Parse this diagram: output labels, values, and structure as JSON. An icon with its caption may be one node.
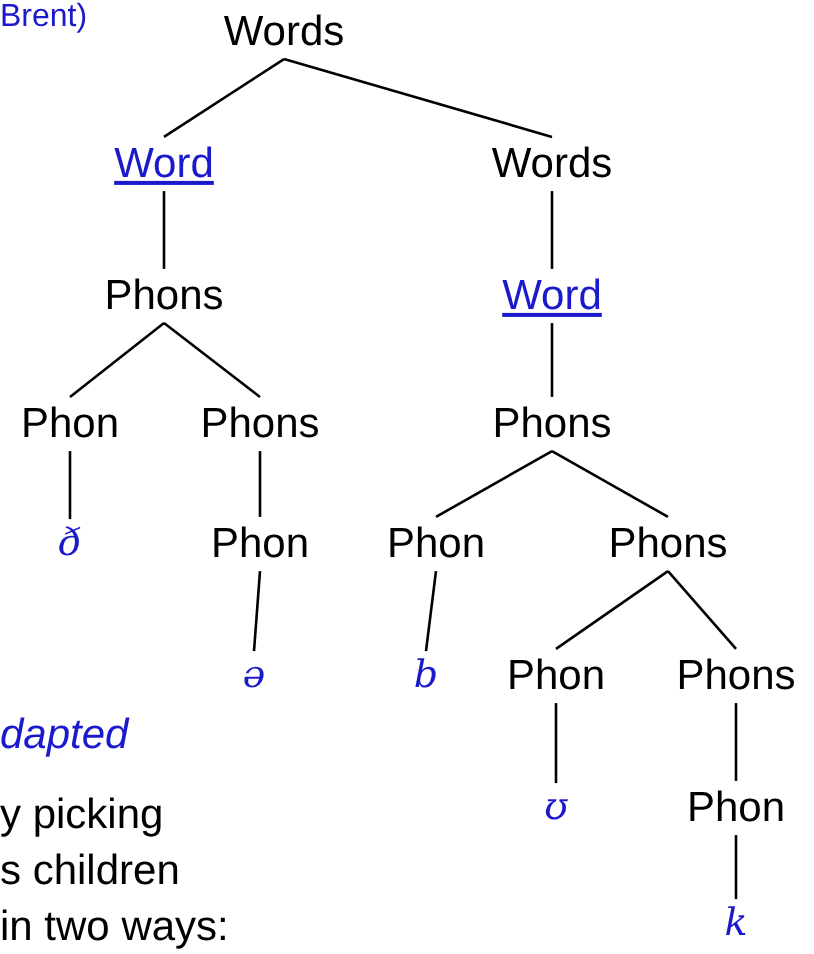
{
  "diagram": {
    "nodes": [
      {
        "text": [
          "Words"
        ]
      },
      {
        "text": [
          "Word"
        ]
      },
      {
        "text": [
          "Words"
        ]
      },
      {
        "text": [
          "Phons"
        ]
      },
      {
        "text": [
          "Word"
        ]
      },
      {
        "text": [
          "Phon"
        ]
      },
      {
        "text": [
          "Phons"
        ]
      },
      {
        "text": [
          "Phons"
        ]
      },
      {
        "text": [
          "ð"
        ]
      },
      {
        "text": [
          "Phon"
        ]
      },
      {
        "text": [
          "Phon"
        ]
      },
      {
        "text": [
          "Phons"
        ]
      },
      {
        "text": [
          "ə"
        ]
      },
      {
        "text": [
          "b"
        ]
      },
      {
        "text": [
          "Phon"
        ]
      },
      {
        "text": [
          "Phons"
        ]
      },
      {
        "text": [
          "ʊ"
        ]
      },
      {
        "text": [
          "Phon"
        ]
      },
      {
        "text": [
          "k"
        ]
      }
    ],
    "edges": [
      {
        "from": 0,
        "to": 1,
        "arrow": "none"
      },
      {
        "from": 0,
        "to": 2,
        "arrow": "none"
      },
      {
        "from": 1,
        "to": 3,
        "arrow": "none"
      },
      {
        "from": 2,
        "to": 4,
        "arrow": "none"
      },
      {
        "from": 3,
        "to": 5,
        "arrow": "none"
      },
      {
        "from": 3,
        "to": 6,
        "arrow": "none"
      },
      {
        "from": 4,
        "to": 7,
        "arrow": "none"
      },
      {
        "from": 5,
        "to": 8,
        "arrow": "none"
      },
      {
        "from": 6,
        "to": 9,
        "arrow": "none"
      },
      {
        "from": 7,
        "to": 10,
        "arrow": "none"
      },
      {
        "from": 7,
        "to": 11,
        "arrow": "none"
      },
      {
        "from": 9,
        "to": 12,
        "arrow": "none"
      },
      {
        "from": 10,
        "to": 13,
        "arrow": "none"
      },
      {
        "from": 11,
        "to": 14,
        "arrow": "none"
      },
      {
        "from": 11,
        "to": 15,
        "arrow": "none"
      },
      {
        "from": 14,
        "to": 16,
        "arrow": "none"
      },
      {
        "from": 15,
        "to": 17,
        "arrow": "none"
      },
      {
        "from": 17,
        "to": 18,
        "arrow": "none"
      }
    ],
    "labels": [
      "Brent)",
      "dapted",
      "y picking",
      "s children",
      "in two ways:"
    ]
  }
}
